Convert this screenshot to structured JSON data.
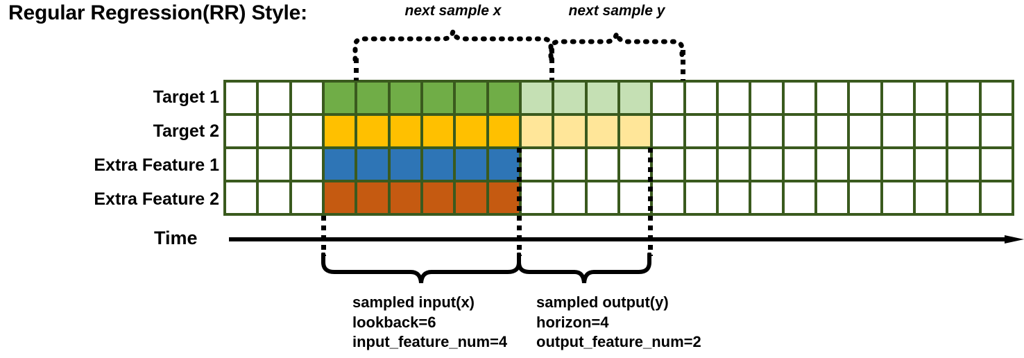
{
  "title": "Regular Regression(RR) Style:",
  "rows": [
    {
      "label": "Target 1",
      "color": "#70AD47",
      "faded": "#C5E0B4"
    },
    {
      "label": "Target 2",
      "color": "#FFC000",
      "faded": "#FFE699"
    },
    {
      "label": "Extra Feature 1",
      "color": "#2E75B6",
      "faded": null
    },
    {
      "label": "Extra Feature 2",
      "color": "#C55A11",
      "faded": null
    }
  ],
  "grid": {
    "total_columns": 24,
    "leading_blank_columns": 3,
    "input_columns": 6,
    "output_columns": 4,
    "trailing_blank_columns": 11,
    "border_color": "#3A5A1E",
    "empty_cell_color": "#FFFFFF"
  },
  "axis": {
    "label": "Time",
    "direction": "right"
  },
  "top_annotations": [
    {
      "id": "next-sample-x",
      "text": "next sample x"
    },
    {
      "id": "next-sample-y",
      "text": "next sample y"
    }
  ],
  "bottom_annotations": [
    {
      "id": "sampled-input",
      "line1": "sampled input(x)",
      "line2": "lookback=6",
      "line3": "input_feature_num=4"
    },
    {
      "id": "sampled-output",
      "line1": "sampled output(y)",
      "line2": "horizon=4",
      "line3": "output_feature_num=2"
    }
  ]
}
